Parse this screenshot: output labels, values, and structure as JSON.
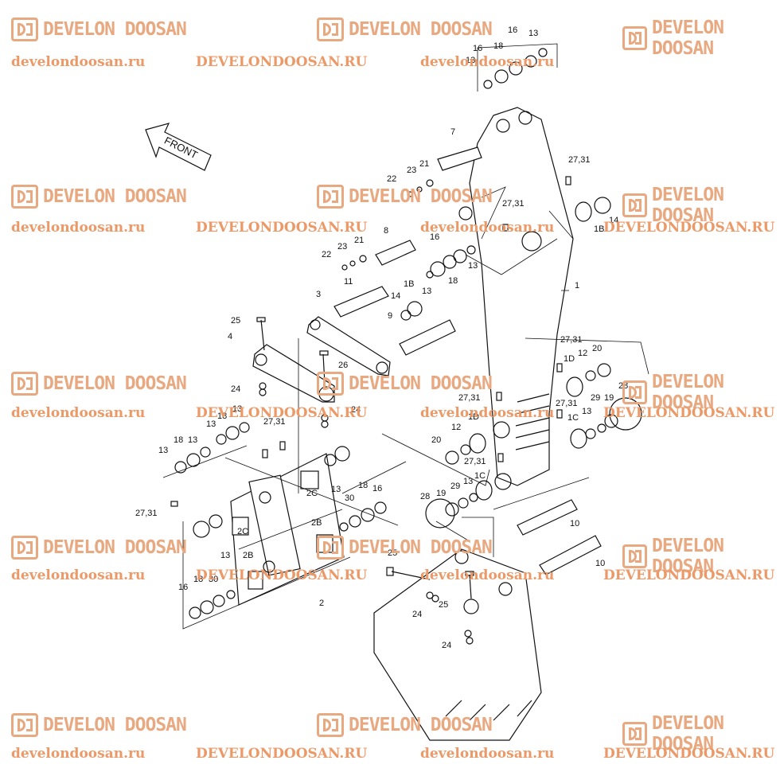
{
  "watermark": {
    "brand": "DEVELON DOOSAN",
    "url_lower": "develondoosan.ru",
    "url_upper": "DEVELONDOOSAN.RU",
    "color": "#e8a880"
  },
  "arrow_label": "FRONT",
  "part_labels": {
    "l1": "1",
    "l1b_a": "1B",
    "l1b_b": "1B",
    "l1c_a": "1C",
    "l1c_b": "1C",
    "l1d_a": "1D",
    "l1d_b": "1D",
    "l2": "2",
    "l2b_a": "2B",
    "l2b_b": "2B",
    "l2c_a": "2C",
    "l2c_b": "2C",
    "l3": "3",
    "l4": "4",
    "l7": "7",
    "l8": "8",
    "l9": "9",
    "l10_a": "10",
    "l10_b": "10",
    "l11": "11",
    "l12_a": "12",
    "l12_b": "12",
    "l13_a": "13",
    "l13_b": "13",
    "l13_c": "13",
    "l13_d": "13",
    "l13_e": "13",
    "l13_f": "13",
    "l13_g": "13",
    "l13_h": "13",
    "l13_i": "13",
    "l13_j": "13",
    "l13_k": "13",
    "l13_l": "13",
    "l14_a": "14",
    "l14_b": "14",
    "l16_a": "16",
    "l16_b": "16",
    "l16_c": "16",
    "l16_d": "16",
    "l16_e": "16",
    "l18_a": "18",
    "l18_b": "18",
    "l18_c": "18",
    "l18_d": "18",
    "l18_e": "18",
    "l18_f": "18",
    "l19_a": "19",
    "l19_b": "19",
    "l20_a": "20",
    "l20_b": "20",
    "l21_a": "21",
    "l21_b": "21",
    "l22_a": "22",
    "l22_b": "22",
    "l23_a": "23",
    "l23_b": "23",
    "l24_a": "24",
    "l24_b": "24",
    "l24_c": "24",
    "l24_d": "24",
    "l25_a": "25",
    "l25_b": "25",
    "l25_c": "25",
    "l26": "26",
    "l27_a": "27,31",
    "l27_b": "27,31",
    "l27_c": "27,31",
    "l27_d": "27,31",
    "l27_e": "27,31",
    "l27_f": "27,31",
    "l27_g": "27,31",
    "l27_h": "27,31",
    "l28_a": "28",
    "l28_b": "28",
    "l29_a": "29",
    "l29_b": "29",
    "l30_a": "30",
    "l30_b": "30"
  }
}
